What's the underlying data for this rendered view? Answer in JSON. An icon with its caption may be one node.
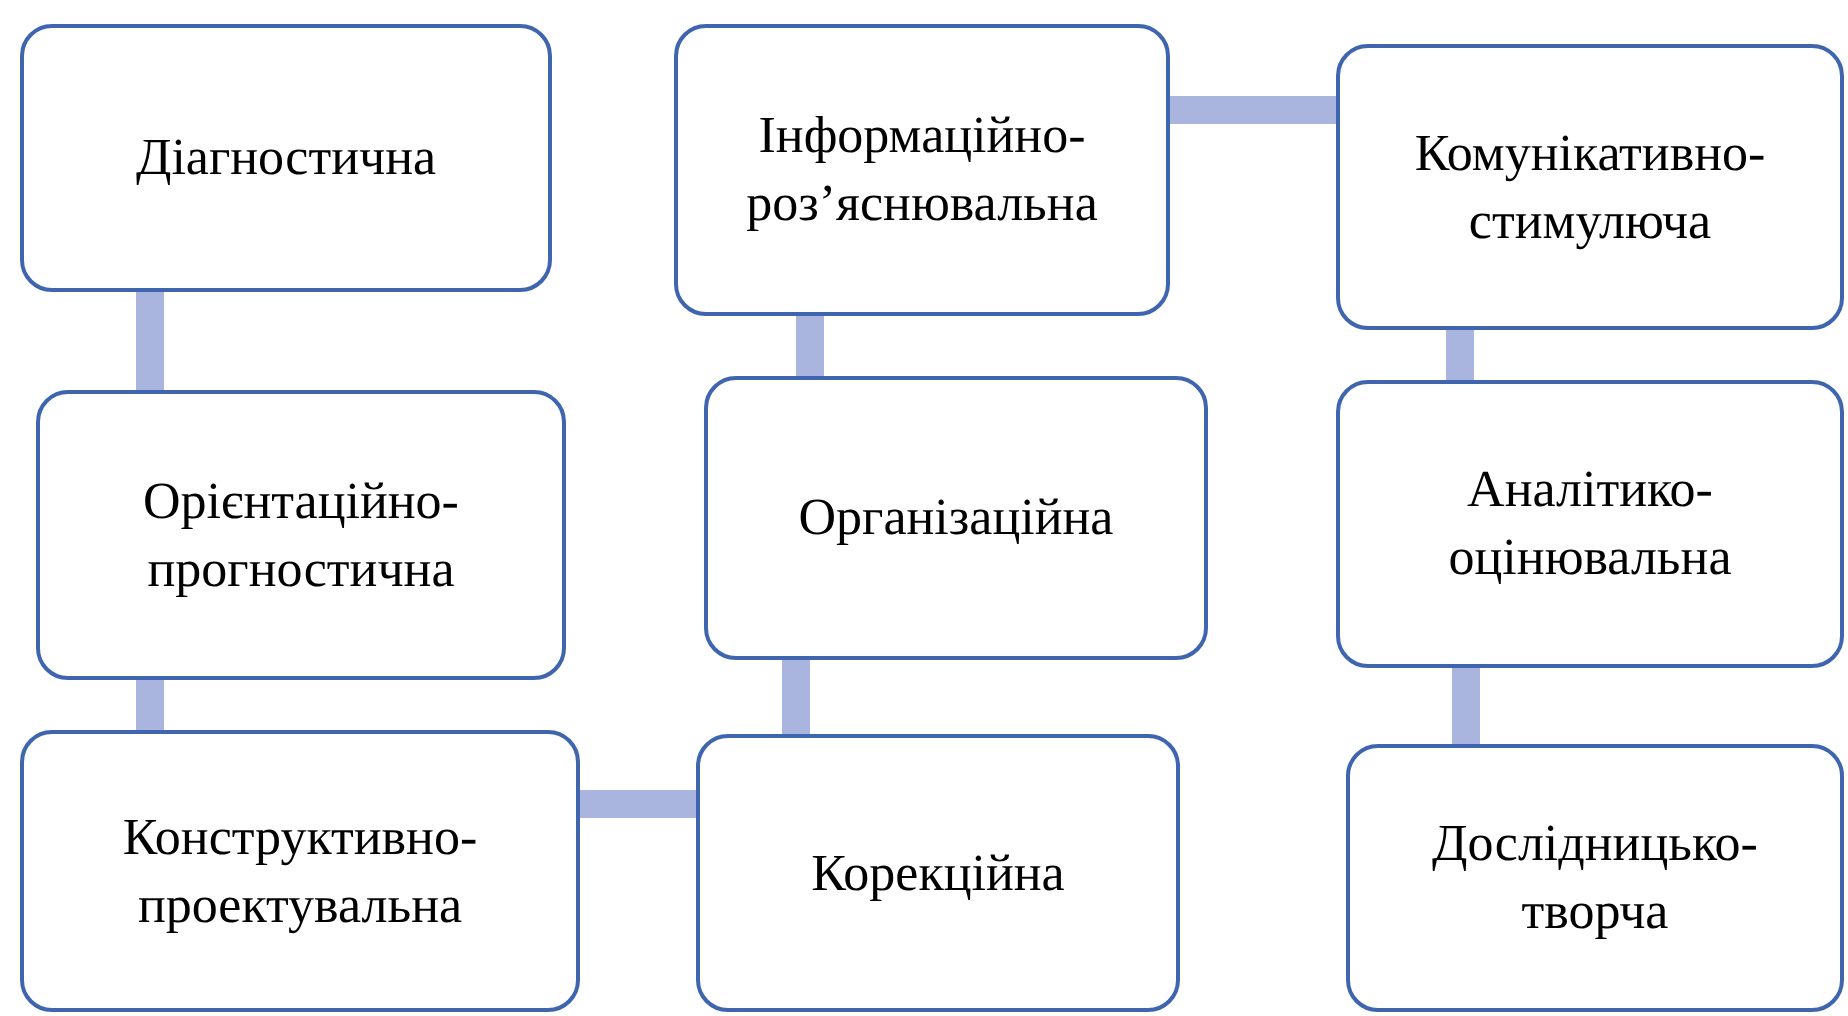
{
  "diagram": {
    "nodes": [
      {
        "text": [
          "Діагностична"
        ]
      },
      {
        "text": [
          "Орієнтаційно-прогностична"
        ]
      },
      {
        "text": [
          "Конструктивно-проектувальна"
        ]
      },
      {
        "text": [
          "Корекційна"
        ]
      },
      {
        "text": [
          "Організаційна"
        ]
      },
      {
        "text": [
          "Інформаційно-роз’яснювальна"
        ]
      },
      {
        "text": [
          "Комунікативно-стимулюча"
        ]
      },
      {
        "text": [
          "Аналітико-оцінювальна"
        ]
      },
      {
        "text": [
          "Дослідницько-творча"
        ]
      }
    ],
    "edges": [
      {
        "from": 0,
        "to": 1,
        "arrow": "none"
      },
      {
        "from": 1,
        "to": 2,
        "arrow": "none"
      },
      {
        "from": 2,
        "to": 3,
        "arrow": "none"
      },
      {
        "from": 3,
        "to": 4,
        "arrow": "none"
      },
      {
        "from": 4,
        "to": 5,
        "arrow": "none"
      },
      {
        "from": 5,
        "to": 6,
        "arrow": "none"
      },
      {
        "from": 6,
        "to": 7,
        "arrow": "none"
      },
      {
        "from": 7,
        "to": 8,
        "arrow": "none"
      }
    ]
  }
}
